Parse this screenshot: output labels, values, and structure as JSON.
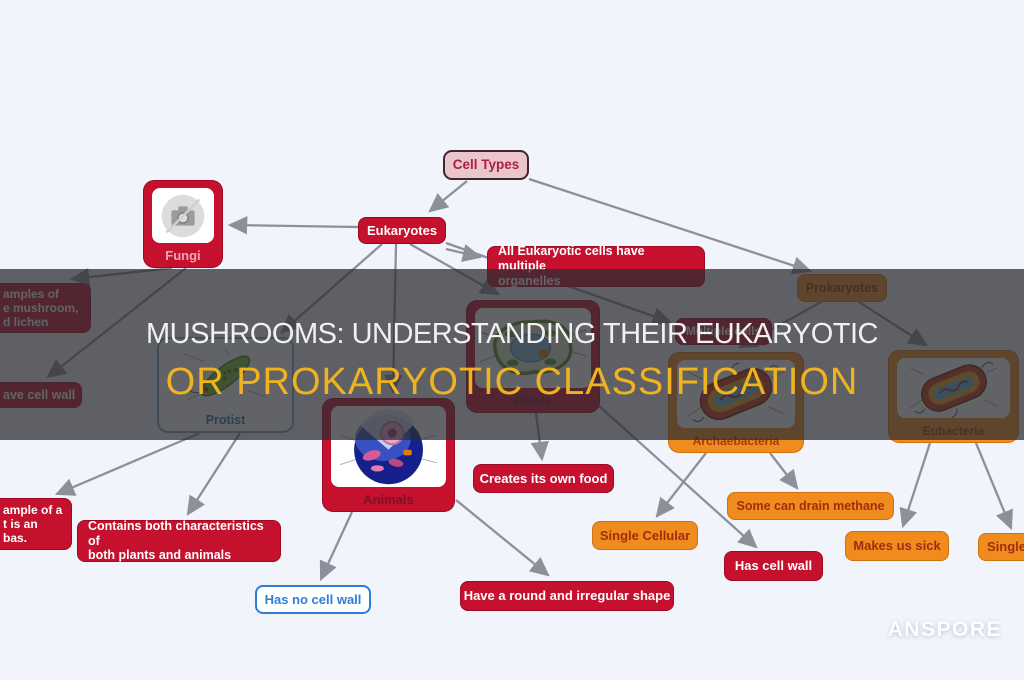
{
  "overlay": {
    "line1": "MUSHROOMS: UNDERSTANDING THEIR EUKARYOTIC",
    "line2": "OR PROKARYOTIC CLASSIFICATION"
  },
  "watermark": "ANSPORE",
  "map": {
    "root": {
      "label": "Cell Types"
    },
    "eukaryotes": {
      "label": "Eukaryotes"
    },
    "prokaryotes": {
      "label": "Prokaryotes"
    },
    "all_euk": {
      "line1": "All Eukaryotic cells have multiple",
      "line2": "organelles"
    },
    "multiple_cells": {
      "label": "Multiple cells"
    },
    "fungi": {
      "label": "Fungi"
    },
    "protist": {
      "label": "Protist"
    },
    "plants": {
      "label": "Plants"
    },
    "animals": {
      "label": "Animals"
    },
    "archaebacteria": {
      "label": "Archaebacteria"
    },
    "eubacteria": {
      "label": "Eubacteria"
    },
    "fungi_examples": {
      "lines": [
        "amples of",
        "e mushroom,",
        "d lichen"
      ]
    },
    "fungi_cell_wall": {
      "label": "ave cell wall"
    },
    "protist_example": {
      "lines": [
        "ample of a",
        "t is an",
        "bas."
      ]
    },
    "protist_contains": {
      "line1": "Contains both characteristics of",
      "line2": "both plants and animals"
    },
    "creates_food": {
      "label": "Creates its own food"
    },
    "single_cellular": {
      "label": "Single Cellular"
    },
    "has_cell_wall": {
      "label": "Has cell wall"
    },
    "some_methane": {
      "label": "Some can drain methane"
    },
    "makes_us_sick": {
      "label": "Makes us sick"
    },
    "single_right": {
      "label": "Single"
    },
    "has_no_cell_wall": {
      "label": "Has no cell wall"
    },
    "round_shape": {
      "label": "Have a round and irregular shape"
    }
  },
  "edges": [
    {
      "from": "root",
      "to": "eukaryotes"
    },
    {
      "from": "root",
      "to": "prokaryotes"
    },
    {
      "from": "eukaryotes",
      "to": "fungi"
    },
    {
      "from": "eukaryotes",
      "to": "all_euk"
    },
    {
      "from": "eukaryotes",
      "to": "protist"
    },
    {
      "from": "eukaryotes",
      "to": "plants"
    },
    {
      "from": "eukaryotes",
      "to": "animals"
    },
    {
      "from": "eukaryotes",
      "to": "multiple_cells"
    },
    {
      "from": "fungi",
      "to": "fungi_examples"
    },
    {
      "from": "fungi",
      "to": "fungi_cell_wall"
    },
    {
      "from": "protist",
      "to": "protist_example"
    },
    {
      "from": "protist",
      "to": "protist_contains"
    },
    {
      "from": "plants",
      "to": "creates_food"
    },
    {
      "from": "plants",
      "to": "has_cell_wall"
    },
    {
      "from": "animals",
      "to": "has_no_cell_wall"
    },
    {
      "from": "animals",
      "to": "round_shape"
    },
    {
      "from": "prokaryotes",
      "to": "archaebacteria"
    },
    {
      "from": "prokaryotes",
      "to": "eubacteria"
    },
    {
      "from": "archaebacteria",
      "to": "single_cellular"
    },
    {
      "from": "archaebacteria",
      "to": "some_methane"
    },
    {
      "from": "eubacteria",
      "to": "makes_us_sick"
    },
    {
      "from": "eubacteria",
      "to": "single_right"
    }
  ],
  "colors": {
    "red": "#c5112e",
    "orange": "#f08c1e",
    "rootpink": "#eac6cc",
    "blue": "#2d7fd4",
    "gold": "#eeb31f",
    "arrow": "#8b909a",
    "scrim-bg": "rgba(43,44,48,0.74)"
  }
}
